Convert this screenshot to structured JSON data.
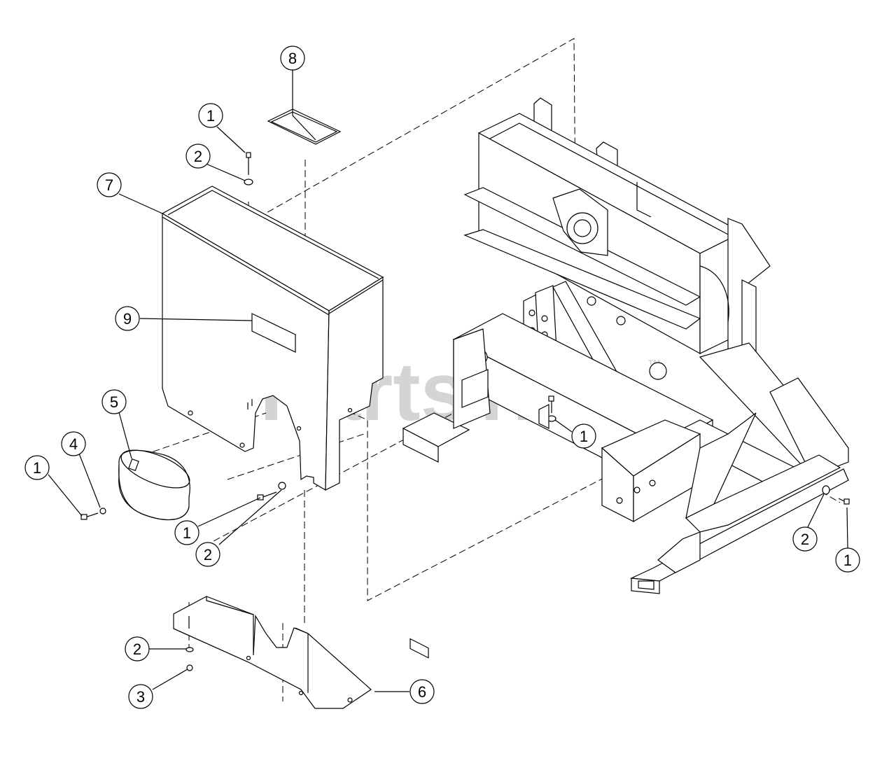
{
  "watermark": {
    "text": "PartsTree",
    "trademark": "™",
    "color": "#d4d4d4"
  },
  "callouts": [
    {
      "label": "8"
    },
    {
      "label": "1"
    },
    {
      "label": "2"
    },
    {
      "label": "7"
    },
    {
      "label": "9"
    },
    {
      "label": "5"
    },
    {
      "label": "4"
    },
    {
      "label": "1"
    },
    {
      "label": "1"
    },
    {
      "label": "2"
    },
    {
      "label": "1"
    },
    {
      "label": "2"
    },
    {
      "label": "1"
    },
    {
      "label": "2"
    },
    {
      "label": "3"
    },
    {
      "label": "6"
    }
  ]
}
